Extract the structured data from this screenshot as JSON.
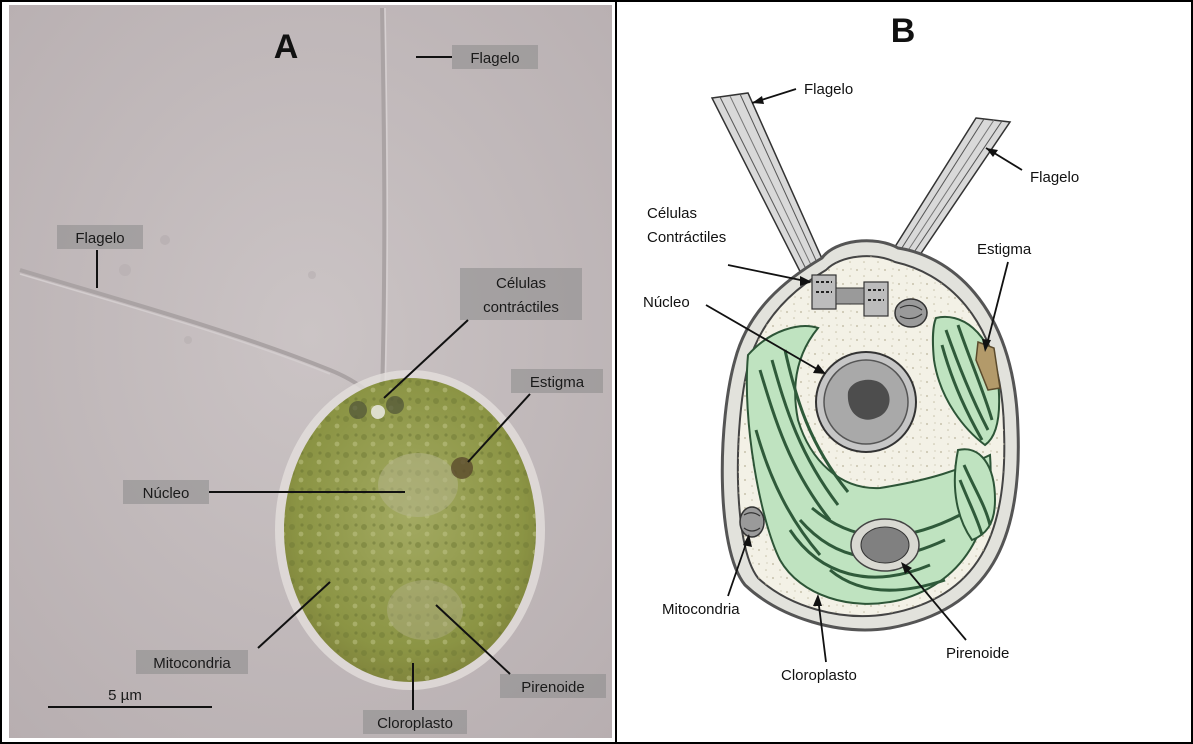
{
  "panel_a": {
    "letter": "A",
    "labels": {
      "flagelo_top": "Flagelo",
      "flagelo_left": "Flagelo",
      "celulas_contractiles": [
        "Células",
        "contráctiles"
      ],
      "estigma": "Estigma",
      "nucleo": "Núcleo",
      "mitocondria": "Mitocondria",
      "pirenoide": "Pirenoide",
      "cloroplasto": "Cloroplasto"
    },
    "scale_bar": "5 µm"
  },
  "panel_b": {
    "letter": "B",
    "labels": {
      "flagelo_left": "Flagelo",
      "flagelo_right": "Flagelo",
      "celulas_contractiles": [
        "Células",
        "Contráctiles"
      ],
      "estigma": "Estigma",
      "nucleo": "Núcleo",
      "mitocondria": "Mitocondria",
      "cloroplasto": "Cloroplasto",
      "pirenoide": "Pirenoide"
    }
  },
  "colors": {
    "photo_bg": "#c3bcbd",
    "label_box": "#8a8a8a",
    "cell_green": "#9aa24a",
    "chloroplast": "#bfe3c0",
    "thylakoid": "#2f5a3a",
    "cytoplasm": "#f3f1e6",
    "nucleus": "#a9a9a9"
  }
}
